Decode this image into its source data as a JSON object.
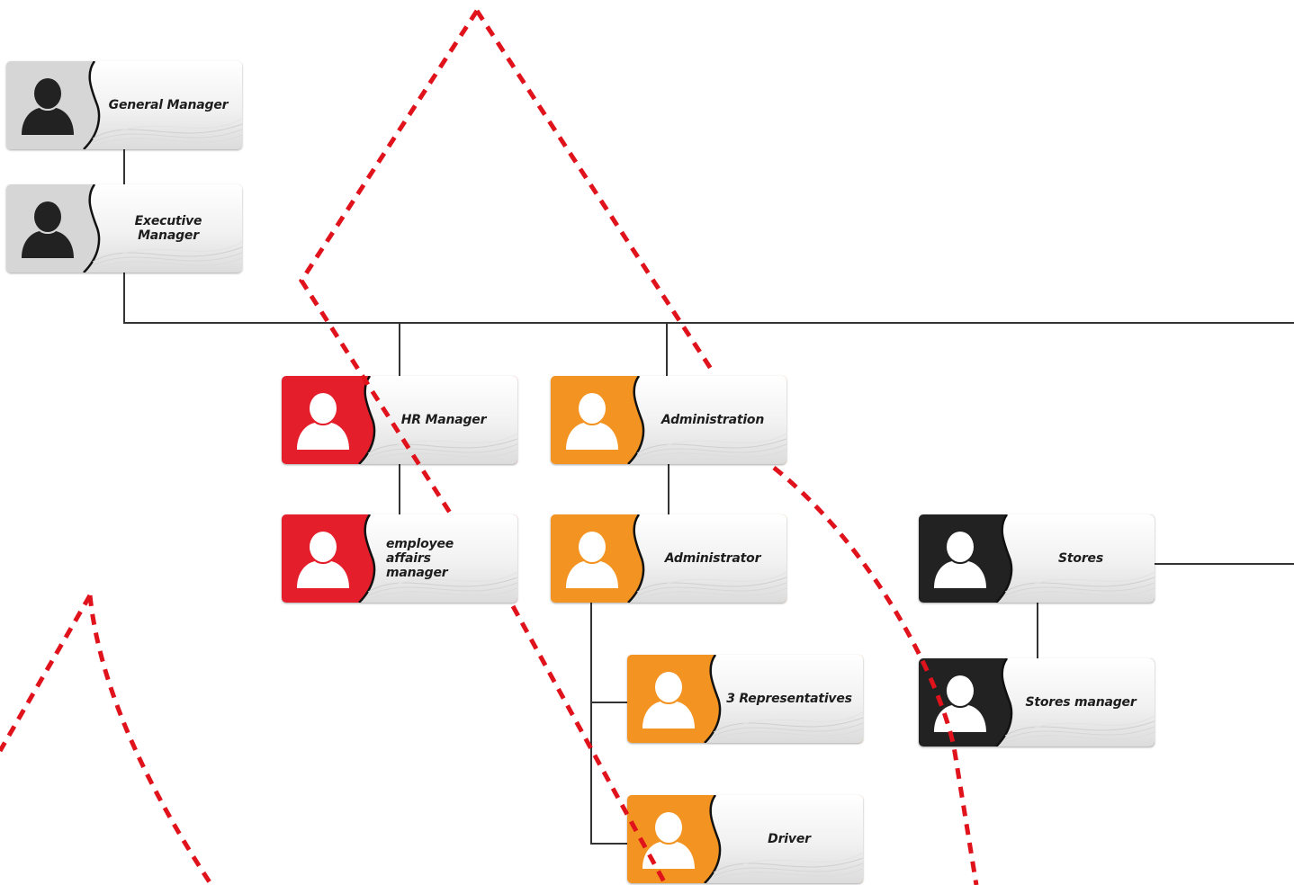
{
  "colors": {
    "gray_tab": "#d6d6d6",
    "gray_icon": "#222222",
    "red_tab": "#e41e2b",
    "orange_tab": "#f39422",
    "black_tab": "#222222",
    "light_icon": "#ffffff",
    "connector": "#333333",
    "dashed_line": "#e0121b"
  },
  "nodes": {
    "general_manager": "General Manager",
    "executive_manager": "Executive Manager",
    "hr_manager": "HR Manager",
    "employee_affairs_manager": "employee affairs manager",
    "administration": "Administration",
    "administrator": "Administrator",
    "representatives": "3 Representatives",
    "driver": "Driver",
    "stores": "Stores",
    "stores_manager": "Stores manager"
  },
  "icons": {
    "person": "person-icon"
  }
}
